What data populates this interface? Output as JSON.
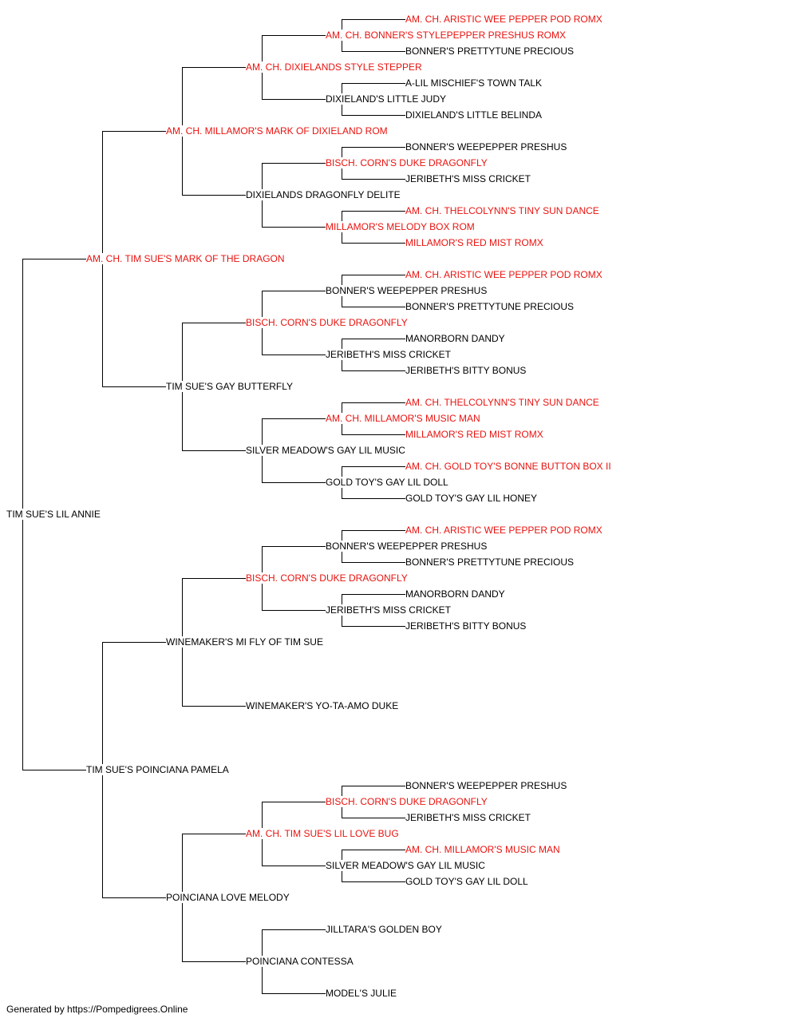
{
  "colors": {
    "champion": "#e8130f",
    "regular": "#000000",
    "line": "#000000"
  },
  "pedigree": {
    "name": "TIM SUE'S LIL ANNIE",
    "champion": false,
    "sire": {
      "name": "AM. CH. TIM SUE'S MARK OF THE DRAGON",
      "champion": true,
      "sire": {
        "name": "AM. CH. MILLAMOR'S MARK OF DIXIELAND ROM",
        "champion": true,
        "sire": {
          "name": "AM. CH. DIXIELANDS STYLE STEPPER",
          "champion": true,
          "sire": {
            "name": "AM. CH. BONNER'S STYLEPEPPER PRESHUS ROMX",
            "champion": true,
            "sire": {
              "name": "AM. CH. ARISTIC WEE PEPPER POD ROMX",
              "champion": true
            },
            "dam": {
              "name": "BONNER'S PRETTYTUNE PRECIOUS",
              "champion": false
            }
          },
          "dam": {
            "name": "DIXIELAND'S LITTLE JUDY",
            "champion": false,
            "sire": {
              "name": "A-LIL MISCHIEF'S TOWN TALK",
              "champion": false
            },
            "dam": {
              "name": "DIXIELAND'S LITTLE BELINDA",
              "champion": false
            }
          }
        },
        "dam": {
          "name": "DIXIELANDS DRAGONFLY DELITE",
          "champion": false,
          "sire": {
            "name": "BISCH. CORN'S DUKE DRAGONFLY",
            "champion": true,
            "sire": {
              "name": "BONNER'S WEEPEPPER PRESHUS",
              "champion": false
            },
            "dam": {
              "name": "JERIBETH'S MISS CRICKET",
              "champion": false
            }
          },
          "dam": {
            "name": "MILLAMOR'S MELODY BOX ROM",
            "champion": true,
            "sire": {
              "name": "AM. CH. THELCOLYNN'S TINY SUN DANCE",
              "champion": true
            },
            "dam": {
              "name": "MILLAMOR'S RED MIST ROMX",
              "champion": true
            }
          }
        }
      },
      "dam": {
        "name": "TIM SUE'S GAY BUTTERFLY",
        "champion": false,
        "sire": {
          "name": "BISCH. CORN'S DUKE DRAGONFLY",
          "champion": true,
          "sire": {
            "name": "BONNER'S WEEPEPPER PRESHUS",
            "champion": false,
            "sire": {
              "name": "AM. CH. ARISTIC WEE PEPPER POD ROMX",
              "champion": true
            },
            "dam": {
              "name": "BONNER'S PRETTYTUNE PRECIOUS",
              "champion": false
            }
          },
          "dam": {
            "name": "JERIBETH'S MISS CRICKET",
            "champion": false,
            "sire": {
              "name": "MANORBORN DANDY",
              "champion": false
            },
            "dam": {
              "name": "JERIBETH'S BITTY BONUS",
              "champion": false
            }
          }
        },
        "dam": {
          "name": "SILVER MEADOW'S GAY LIL MUSIC",
          "champion": false,
          "sire": {
            "name": "AM. CH. MILLAMOR'S MUSIC MAN",
            "champion": true,
            "sire": {
              "name": "AM. CH. THELCOLYNN'S TINY SUN DANCE",
              "champion": true
            },
            "dam": {
              "name": "MILLAMOR'S RED MIST ROMX",
              "champion": true
            }
          },
          "dam": {
            "name": "GOLD TOY'S GAY LIL DOLL",
            "champion": false,
            "sire": {
              "name": "AM. CH. GOLD TOY'S BONNE BUTTON BOX II",
              "champion": true
            },
            "dam": {
              "name": "GOLD TOY'S GAY LIL HONEY",
              "champion": false
            }
          }
        }
      }
    },
    "dam": {
      "name": "TIM SUE'S POINCIANA PAMELA",
      "champion": false,
      "sire": {
        "name": "WINEMAKER'S MI FLY OF TIM SUE",
        "champion": false,
        "sire": {
          "name": "BISCH. CORN'S DUKE DRAGONFLY",
          "champion": true,
          "sire": {
            "name": "BONNER'S WEEPEPPER PRESHUS",
            "champion": false,
            "sire": {
              "name": "AM. CH. ARISTIC WEE PEPPER POD ROMX",
              "champion": true
            },
            "dam": {
              "name": "BONNER'S PRETTYTUNE PRECIOUS",
              "champion": false
            }
          },
          "dam": {
            "name": "JERIBETH'S MISS CRICKET",
            "champion": false,
            "sire": {
              "name": "MANORBORN DANDY",
              "champion": false
            },
            "dam": {
              "name": "JERIBETH'S BITTY BONUS",
              "champion": false
            }
          }
        },
        "dam": {
          "name": "WINEMAKER'S YO-TA-AMO DUKE",
          "champion": false
        }
      },
      "dam": {
        "name": "POINCIANA LOVE MELODY",
        "champion": false,
        "sire": {
          "name": "AM. CH. TIM SUE'S LIL LOVE BUG",
          "champion": true,
          "sire": {
            "name": "BISCH. CORN'S DUKE DRAGONFLY",
            "champion": true,
            "sire": {
              "name": "BONNER'S WEEPEPPER PRESHUS",
              "champion": false
            },
            "dam": {
              "name": "JERIBETH'S MISS CRICKET",
              "champion": false
            }
          },
          "dam": {
            "name": "SILVER MEADOW'S GAY LIL MUSIC",
            "champion": false,
            "sire": {
              "name": "AM. CH. MILLAMOR'S MUSIC MAN",
              "champion": true
            },
            "dam": {
              "name": "GOLD TOY'S GAY LIL DOLL",
              "champion": false
            }
          }
        },
        "dam": {
          "name": "POINCIANA CONTESSA",
          "champion": false,
          "sire": {
            "name": "JILLTARA'S GOLDEN BOY",
            "champion": false
          },
          "dam": {
            "name": "MODEL'S JULIE",
            "champion": false
          }
        }
      }
    }
  },
  "footer": {
    "text": "Generated by https://Pompedigrees.Online"
  }
}
